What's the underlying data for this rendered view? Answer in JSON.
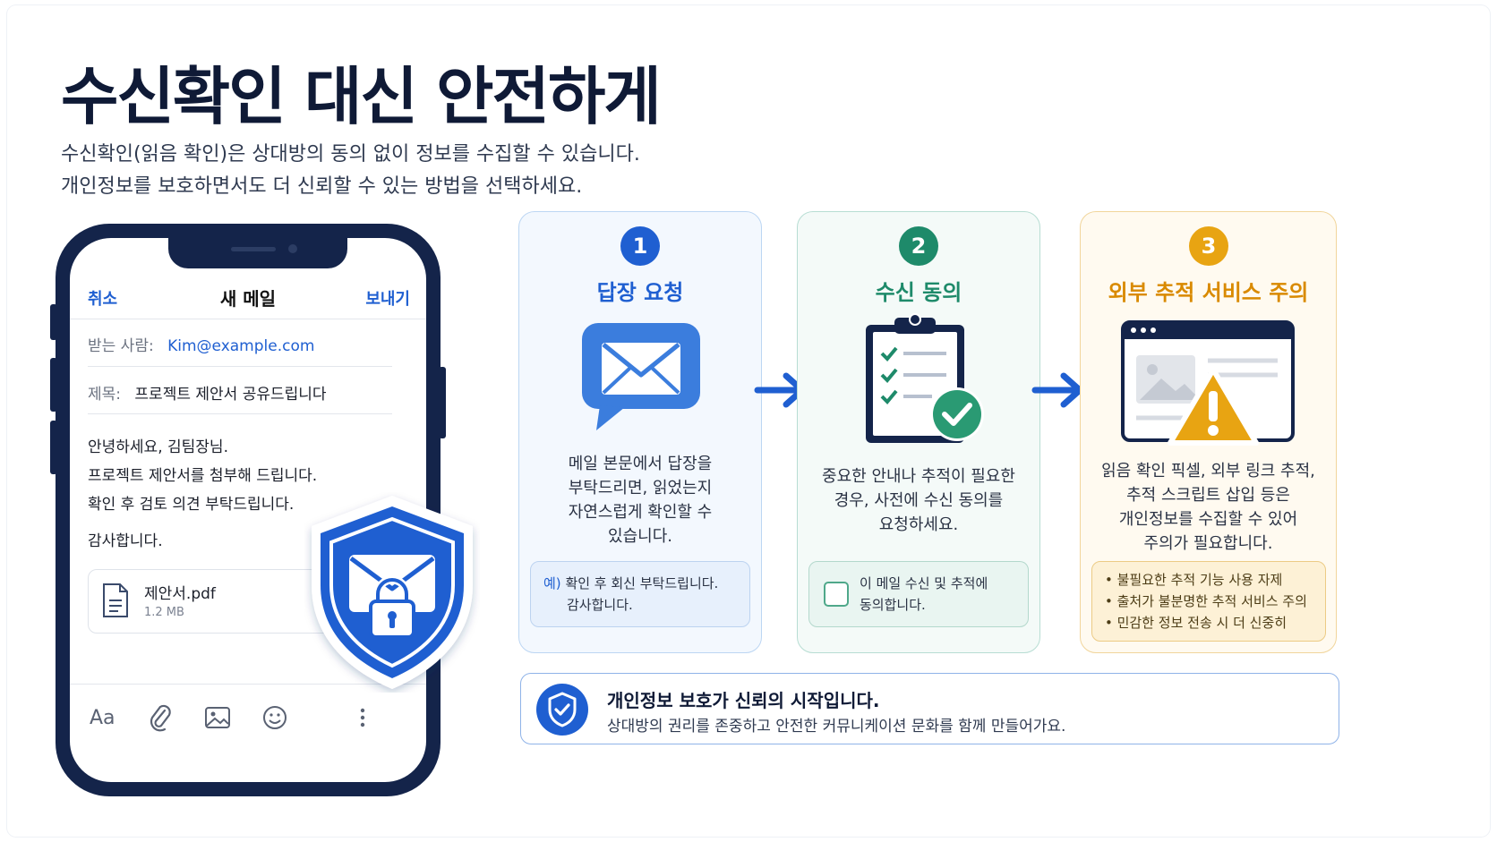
{
  "header": {
    "title": "수신확인 대신 안전하게",
    "subtitle_line1": "수신확인(읽음 확인)은 상대방의 동의 없이 정보를 수집할 수 있습니다.",
    "subtitle_line2": "개인정보를 보호하면서도 더 신뢰할 수 있는 방법을 선택하세요."
  },
  "phone": {
    "cancel_label": "취소",
    "title": "새 메일",
    "send_label": "보내기",
    "to_label": "받는 사람:",
    "to_value": "Kim@example.com",
    "subject_label": "제목:",
    "subject_value": "프로젝트 제안서 공유드립니다",
    "body_line1": "안녕하세요, 김팀장님.",
    "body_line2": "프로젝트 제안서를 첨부해 드립니다.",
    "body_line3": "확인 후 검토 의견 부탁드립니다.",
    "body_thanks": "감사합니다.",
    "attachment_name": "제안서.pdf",
    "attachment_size": "1.2 MB",
    "toolbar_text_label": "Aa",
    "toolbar_icons": [
      "text-format-icon",
      "paperclip-icon",
      "image-icon",
      "emoji-icon",
      "more-icon"
    ]
  },
  "steps": [
    {
      "number": "1",
      "title": "답장 요청",
      "icon": "email-chat-icon",
      "desc_line1": "메일 본문에서 답장을",
      "desc_line2": "부탁드리면, 읽었는지",
      "desc_line3": "자연스럽게 확인할 수",
      "desc_line4": "있습니다.",
      "example_prefix": "예)",
      "example_line1": "확인 후 회신 부탁드립니다.",
      "example_line2": "감사합니다.",
      "color": "#1f5fd1"
    },
    {
      "number": "2",
      "title": "수신 동의",
      "icon": "clipboard-check-icon",
      "desc_line1": "중요한 안내나 추적이 필요한",
      "desc_line2": "경우, 사전에 수신 동의를",
      "desc_line3": "요청하세요.",
      "consent_line1": "이 메일 수신 및 추적에",
      "consent_line2": "동의합니다.",
      "color": "#1e8a6a"
    },
    {
      "number": "3",
      "title": "외부 추적 서비스 주의",
      "icon": "browser-warning-icon",
      "desc_line1": "읽음 확인 픽셀, 외부 링크 추적,",
      "desc_line2": "추적 스크립트 삽입 등은",
      "desc_line3": "개인정보를 수집할 수 있어",
      "desc_line4": "주의가 필요합니다.",
      "bullets": [
        "불필요한 추적 기능 사용 자제",
        "출처가 불분명한 추적 서비스 주의",
        "민감한 정보 전송 시 더 신중히"
      ],
      "color": "#d98a00"
    }
  ],
  "banner": {
    "title": "개인정보 보호가 신뢰의 시작입니다.",
    "subtitle": "상대방의 권리를 존중하고 안전한 커뮤니케이션 문화를 함께 만들어가요."
  },
  "colors": {
    "navy": "#14244a",
    "accent_blue": "#1f5fd1",
    "accent_green": "#1e8a6a",
    "accent_orange": "#d98a00"
  }
}
